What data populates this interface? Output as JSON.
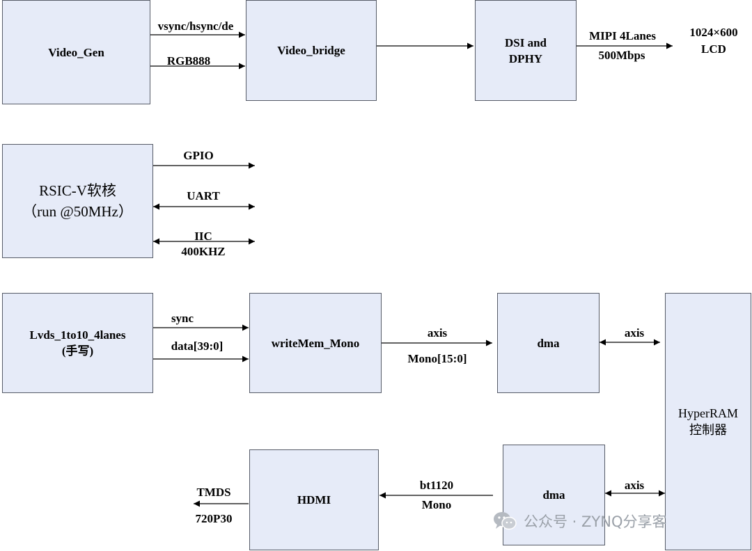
{
  "blocks": {
    "video_gen": "Video_Gen",
    "video_bridge": "Video_bridge",
    "dsi_line1": "DSI and",
    "dsi_line2": "DPHY",
    "lcd_line1": "1024×600",
    "lcd_line2": "LCD",
    "riscv_line1": "RSIC-V软核",
    "riscv_line2": "（run @50MHz）",
    "lvds_line1": "Lvds_1to10_4lanes",
    "lvds_line2": "(手写)",
    "writemem": "writeMem_Mono",
    "dma_top": "dma",
    "dma_bottom": "dma",
    "hyperram_line1": "HyperRAM",
    "hyperram_line2": "控制器",
    "hdmi": "HDMI"
  },
  "labels": {
    "vsync": "vsync/hsync/de",
    "rgb888": "RGB888",
    "mipi_line1": "MIPI 4Lanes",
    "mipi_line2": "500Mbps",
    "gpio": "GPIO",
    "uart": "UART",
    "iic_line1": "IIC",
    "iic_line2": "400KHZ",
    "sync": "sync",
    "data": "data[39:0]",
    "axis_mid": "axis",
    "mono_bus": "Mono[15:0]",
    "axis_top": "axis",
    "axis_bottom": "axis",
    "bt1120": "bt1120",
    "mono": "Mono",
    "tmds_line1": "TMDS",
    "tmds_line2": "720P30"
  },
  "watermark": {
    "text": "公众号 · ZYNQ分享客",
    "icon": "wechat-icon"
  },
  "colors": {
    "box_fill": "#e6ebf8",
    "box_border": "#555a66",
    "line": "#000000",
    "watermark": "#9aa0a8"
  }
}
